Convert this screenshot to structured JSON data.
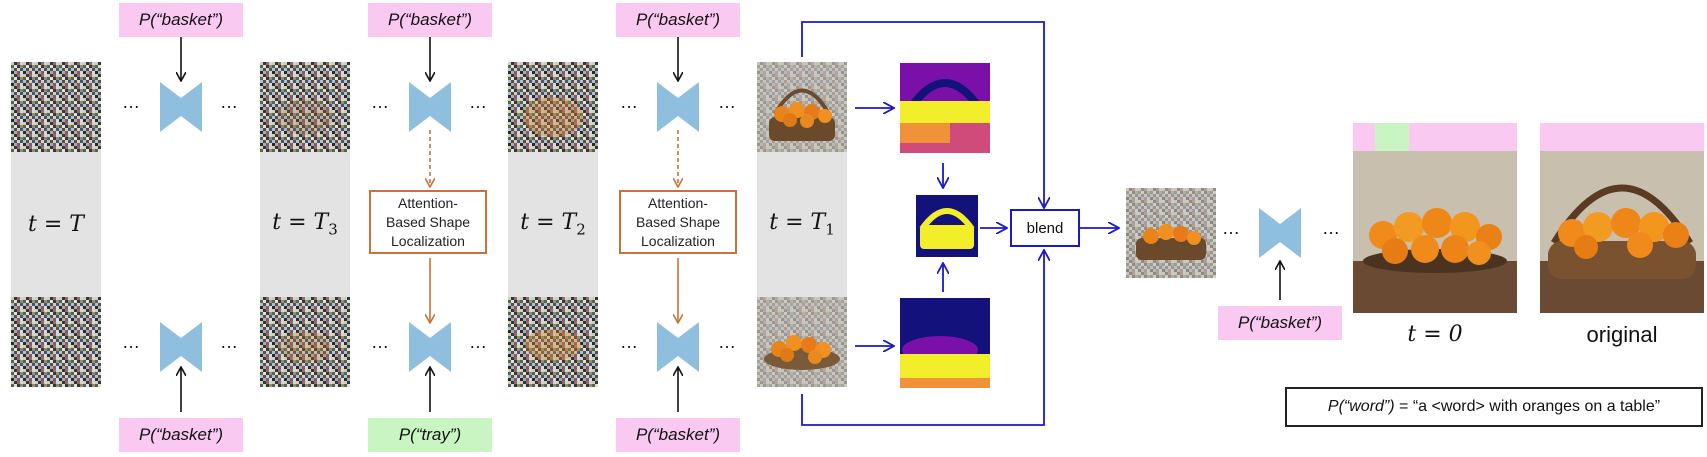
{
  "prompts": {
    "top_T": "P(“basket”)",
    "top_T3": "P(“basket”)",
    "top_T2": "P(“basket”)",
    "bottom_T": "P(“basket”)",
    "bottom_T3": "P(“tray”)",
    "bottom_T2": "P(“basket”)",
    "final": "P(“basket”)"
  },
  "timesteps": {
    "T": "T",
    "T3_base": "T",
    "T3_sub": "3",
    "T2_base": "T",
    "T2_sub": "2",
    "T1_base": "T",
    "T1_sub": "1",
    "prefix": "t = ",
    "zero": "t = 0"
  },
  "ellipsis": "…",
  "localization_label": "Attention-\nBased Shape\nLocalization",
  "blend_label": "blend",
  "original_label": "original",
  "legend": {
    "lhs": "P(“word”)",
    "rhs": " = “a <word> with oranges on a table”"
  },
  "colors": {
    "prompt_pink": "#f9c9f2",
    "prompt_green": "#c9f5c2",
    "arrow_blue": "#1a1ac8",
    "arrow_orange": "#c8733a",
    "unet": "#8fbfdf",
    "mask_purple": "#7a10a8",
    "mask_yellow": "#f2ee2a",
    "mask_navy": "#12127a"
  }
}
